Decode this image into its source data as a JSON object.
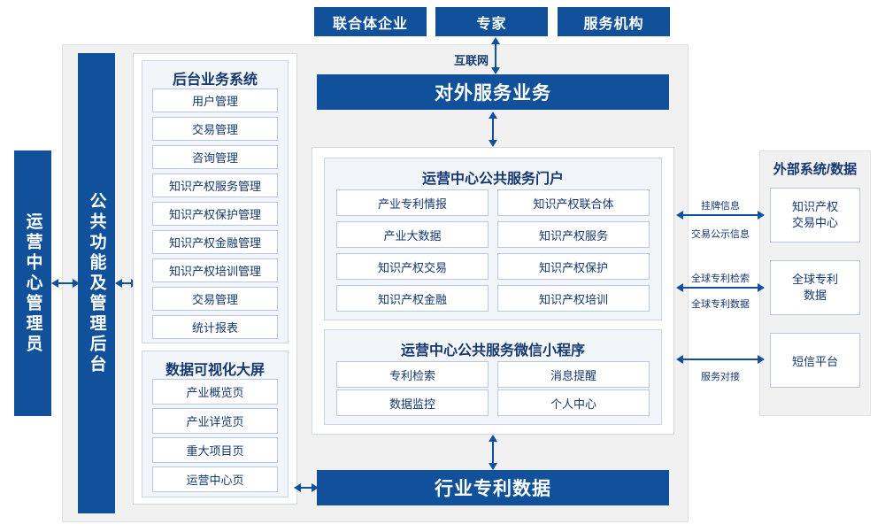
{
  "top_boxes": [
    {
      "label": "联合体企业"
    },
    {
      "label": "专家"
    },
    {
      "label": "服务机构"
    }
  ],
  "internet_label": "互联网",
  "external_service": {
    "label": "对外服务业务"
  },
  "industry_data": {
    "label": "行业专利数据"
  },
  "left_column": {
    "label": "运营中心管理员"
  },
  "second_column": {
    "label": "公共功能及管理后台"
  },
  "backend": {
    "title": "后台业务系统",
    "items": [
      "用户管理",
      "交易管理",
      "咨询管理",
      "知识产权服务管理",
      "知识产权保护管理",
      "知识产权金融管理",
      "知识产权培训管理",
      "交易管理",
      "统计报表"
    ]
  },
  "dashboard": {
    "title": "数据可视化大屏",
    "items": [
      "产业概览页",
      "产业详览页",
      "重大项目页",
      "运营中心页"
    ]
  },
  "portal": {
    "title": "运营中心公共服务门户",
    "items": [
      "产业专利情报",
      "知识产权联合体",
      "产业大数据",
      "知识产权服务",
      "知识产权交易",
      "知识产权保护",
      "知识产权金融",
      "知识产权培训"
    ]
  },
  "miniprogram": {
    "title": "运营中心公共服务微信小程序",
    "items": [
      "专利检索",
      "消息提醒",
      "数据监控",
      "个人中心"
    ]
  },
  "external": {
    "title": "外部系统/数据",
    "items": [
      {
        "label": "知识产权\n交易中心"
      },
      {
        "label": "全球专利\n数据"
      },
      {
        "label": "短信平台"
      }
    ],
    "connector_labels": [
      "挂牌信息",
      "交易公示信息",
      "全球专利检索",
      "全球专利数据",
      "服务对接"
    ]
  },
  "colors": {
    "primary": "#11519b",
    "cell_border": "#b9c8e2",
    "panel_bg": "#f2f5fa",
    "outer_bg": "#f1f1f1"
  }
}
